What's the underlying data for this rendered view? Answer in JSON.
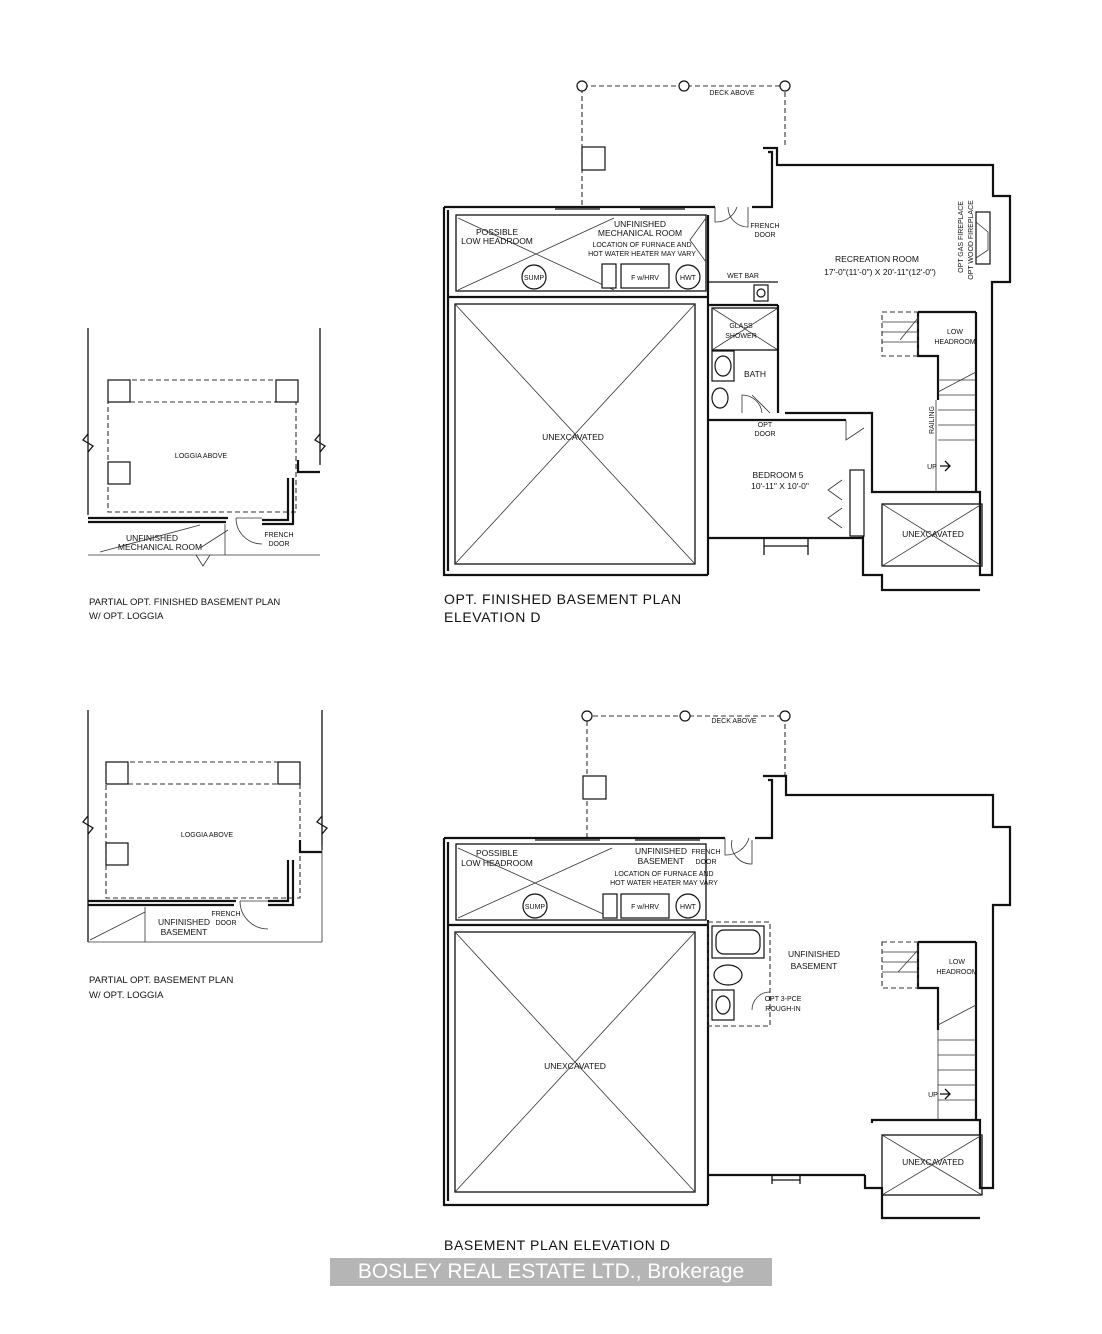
{
  "partial_finished": {
    "loggia_label": "LOGGIA ABOVE",
    "mech_room": [
      "UNFINISHED",
      "MECHANICAL ROOM"
    ],
    "french_door": [
      "FRENCH",
      "DOOR"
    ],
    "caption": [
      "PARTIAL OPT. FINISHED BASEMENT PLAN",
      "W/ OPT. LOGGIA"
    ]
  },
  "finished_plan": {
    "deck": "DECK ABOVE",
    "possible_low": [
      "POSSIBLE",
      "LOW HEADROOM"
    ],
    "mech_room": [
      "UNFINISHED",
      "MECHANICAL ROOM"
    ],
    "mech_note": [
      "LOCATION OF FURNACE AND",
      "HOT WATER HEATER MAY VARY"
    ],
    "sump": "SUMP",
    "furnace": "F w/HRV",
    "hwt": "HWT",
    "french_door": [
      "FRENCH",
      "DOOR"
    ],
    "wet_bar": "WET BAR",
    "glass_shower": [
      "GLASS",
      "SHOWER"
    ],
    "bath": "BATH",
    "opt_door": [
      "OPT",
      "DOOR"
    ],
    "unexcavated": "UNEXCAVATED",
    "rec_room": [
      "RECREATION ROOM",
      "17'-0\"(11'-0\") X 20'-11\"(12'-0\")"
    ],
    "fireplace": [
      "OPT GAS FIREPLACE",
      "OPT WOOD FIREPLACE"
    ],
    "low_headroom": [
      "LOW",
      "HEADROOM"
    ],
    "railing": "RAILING",
    "up": "UP",
    "bedroom": [
      "BEDROOM 5",
      "10'-11\" X 10'-0\""
    ],
    "unexcavated_small": "UNEXCAVATED",
    "title": [
      "OPT. FINISHED BASEMENT PLAN",
      "ELEVATION D"
    ]
  },
  "partial_basement": {
    "loggia_label": "LOGGIA ABOVE",
    "unfinished": [
      "UNFINISHED",
      "BASEMENT"
    ],
    "french_door": [
      "FRENCH",
      "DOOR"
    ],
    "caption": [
      "PARTIAL OPT. BASEMENT PLAN",
      "W/ OPT. LOGGIA"
    ]
  },
  "basement_plan": {
    "deck": "DECK ABOVE",
    "possible_low": [
      "POSSIBLE",
      "LOW HEADROOM"
    ],
    "unfinished_top": [
      "UNFINISHED",
      "BASEMENT"
    ],
    "french_door": [
      "FRENCH",
      "DOOR"
    ],
    "mech_note": [
      "LOCATION OF FURNACE AND",
      "HOT WATER HEATER MAY VARY"
    ],
    "sump": "SUMP",
    "furnace": "F w/HRV",
    "hwt": "HWT",
    "unfinished_main": [
      "UNFINISHED",
      "BASEMENT"
    ],
    "rough_in": [
      "OPT 3-PCE",
      "ROUGH-IN"
    ],
    "low_headroom": [
      "LOW",
      "HEADROOM"
    ],
    "up": "UP",
    "unexcavated": "UNEXCAVATED",
    "unexcavated_small": "UNEXCAVATED",
    "title": "BASEMENT PLAN ELEVATION D"
  },
  "watermark": "BOSLEY REAL ESTATE LTD., Brokerage"
}
